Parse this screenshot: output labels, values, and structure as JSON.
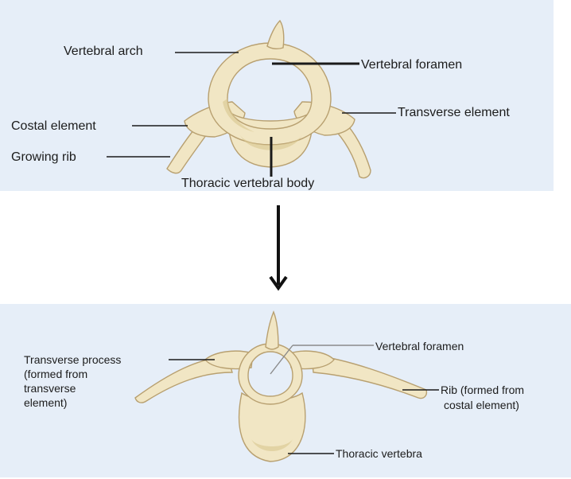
{
  "colors": {
    "panel_background": "#e6eef8",
    "bone_fill": "#f1e6c4",
    "bone_shadow": "#d8c690",
    "bone_outline": "#b8a070",
    "leader_line": "#1a1a1a",
    "leader_line_light": "#8a8a8a",
    "arrow": "#111111"
  },
  "top_panel": {
    "labels": {
      "vertebral_arch": "Vertebral arch",
      "vertebral_foramen": "Vertebral foramen",
      "transverse_element": "Transverse element",
      "costal_element": "Costal element",
      "growing_rib": "Growing rib",
      "thoracic_vertebral_body": "Thoracic vertebral body"
    }
  },
  "bottom_panel": {
    "labels": {
      "transverse_process_1": "Transverse process",
      "transverse_process_2": "(formed from",
      "transverse_process_3": "transverse",
      "transverse_process_4": "element)",
      "vertebral_foramen": "Vertebral foramen",
      "rib_1": "Rib (formed from",
      "rib_2": "costal element)",
      "thoracic_vertebra": "Thoracic vertebra"
    }
  }
}
